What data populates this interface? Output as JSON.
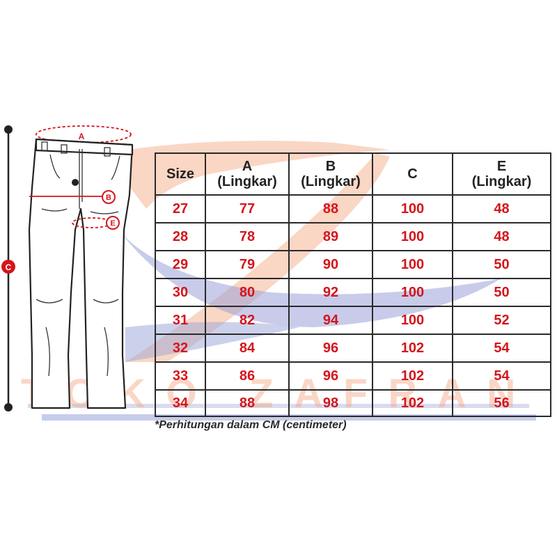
{
  "diagram": {
    "labels": {
      "A": "A",
      "B": "B",
      "C": "C",
      "E": "E"
    }
  },
  "watermark": {
    "text": "TOKO ZAFRAN"
  },
  "table": {
    "headers": [
      {
        "letter": "Size",
        "sub": ""
      },
      {
        "letter": "A",
        "sub": "(Lingkar)"
      },
      {
        "letter": "B",
        "sub": "(Lingkar)"
      },
      {
        "letter": "C",
        "sub": ""
      },
      {
        "letter": "E",
        "sub": "(Lingkar)"
      }
    ],
    "rows": [
      [
        "27",
        "77",
        "88",
        "100",
        "48"
      ],
      [
        "28",
        "78",
        "89",
        "100",
        "48"
      ],
      [
        "29",
        "79",
        "90",
        "100",
        "50"
      ],
      [
        "30",
        "80",
        "92",
        "100",
        "50"
      ],
      [
        "31",
        "82",
        "94",
        "100",
        "52"
      ],
      [
        "32",
        "84",
        "96",
        "102",
        "54"
      ],
      [
        "33",
        "86",
        "96",
        "102",
        "54"
      ],
      [
        "34",
        "88",
        "98",
        "102",
        "56"
      ]
    ]
  },
  "note": "*Perhitungan dalam CM (centimeter)",
  "colors": {
    "accent": "#d4151b",
    "text": "#222222",
    "watermark_red": "#f4a582",
    "watermark_blue": "#7a86c8"
  }
}
